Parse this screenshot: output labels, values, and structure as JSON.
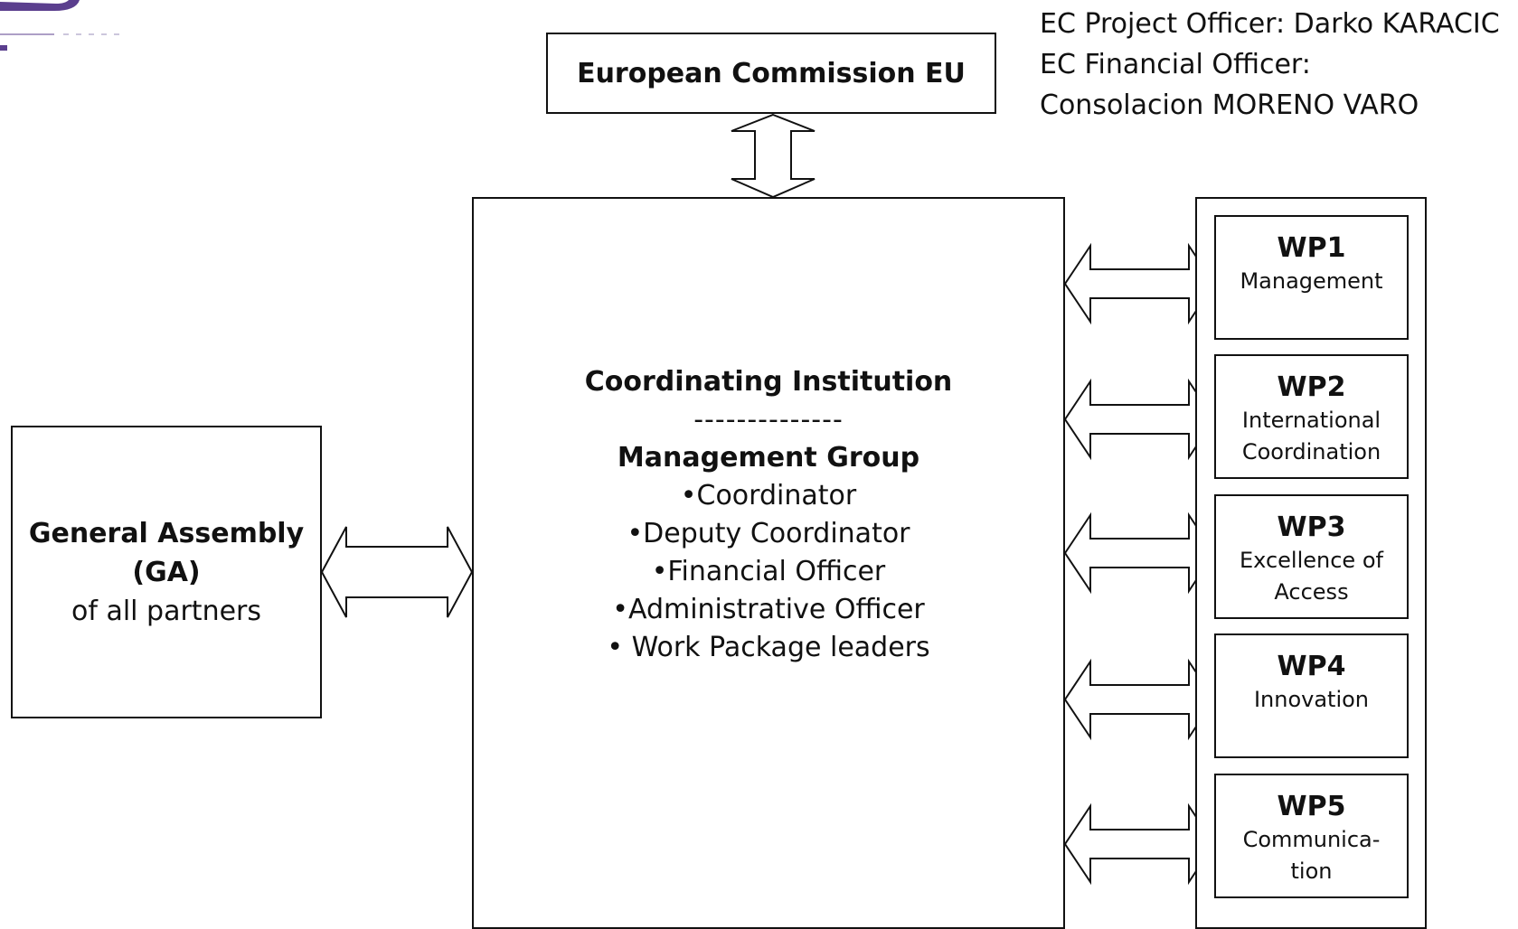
{
  "header": {
    "officers": [
      "EC Project Officer: Darko KARACIC",
      "EC Financial Officer:",
      "Consolacion MORENO VARO"
    ]
  },
  "nodes": {
    "ec": "European Commission EU",
    "coordinating_institution": {
      "title": "Coordinating Institution",
      "separator": "--------------",
      "group_title": "Management Group",
      "members": [
        "•Coordinator",
        "•Deputy Coordinator",
        "•Financial Officer",
        "•Administrative Officer",
        "• Work Package leaders"
      ]
    },
    "general_assembly": {
      "title": "General Assembly",
      "abbrev": "(GA)",
      "subtitle": "of all partners"
    },
    "work_packages": [
      {
        "title": "WP1",
        "lines": [
          "Management"
        ]
      },
      {
        "title": "WP2",
        "lines": [
          "International",
          "Coordination"
        ]
      },
      {
        "title": "WP3",
        "lines": [
          "Excellence of",
          "Access"
        ]
      },
      {
        "title": "WP4",
        "lines": [
          "Innovation"
        ]
      },
      {
        "title": "WP5",
        "lines": [
          "Communica-",
          "tion"
        ]
      }
    ]
  },
  "colors": {
    "logo": "#5b3f8e",
    "stroke": "#111111"
  }
}
